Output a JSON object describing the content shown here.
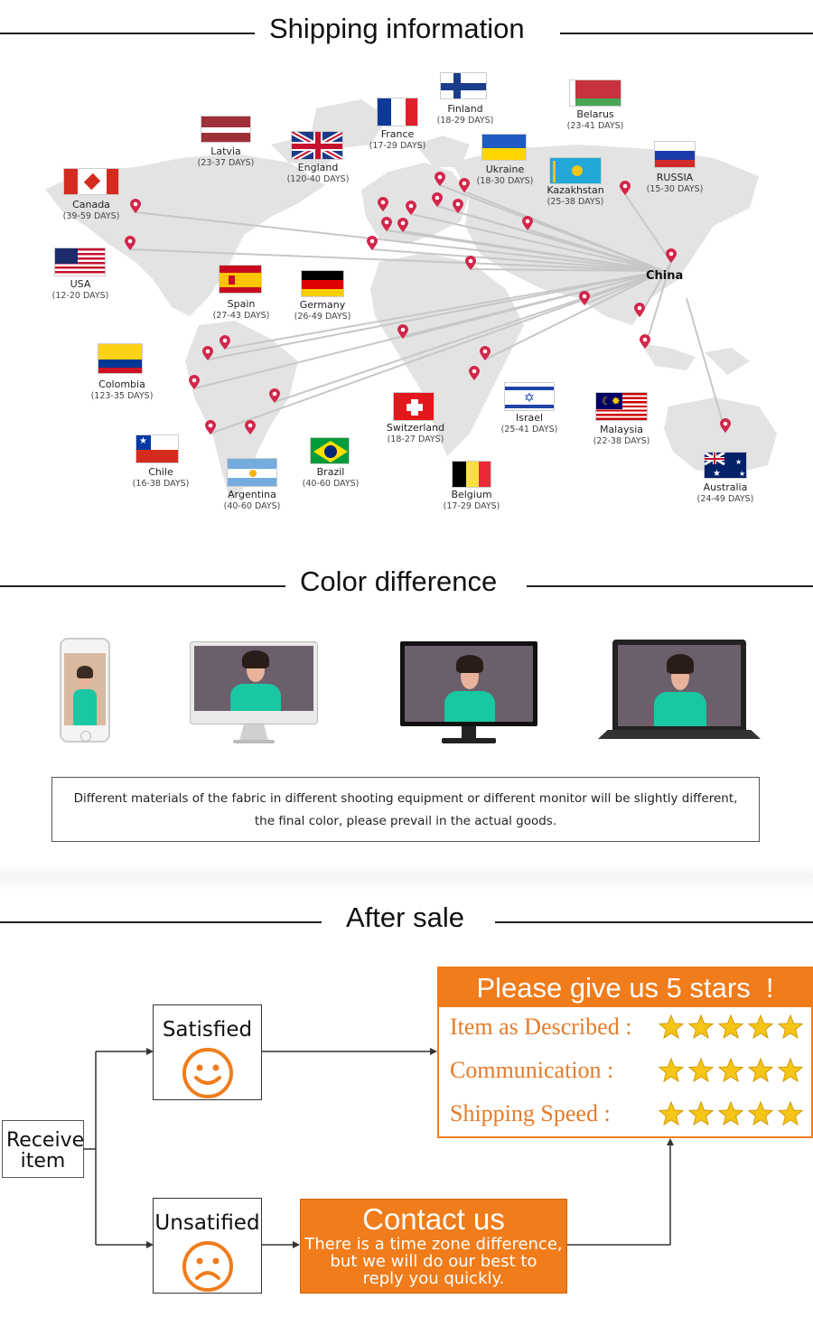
{
  "shipping": {
    "title": "Shipping information",
    "hub": "China",
    "countries": [
      {
        "name": "Finland",
        "days": "(18-29 DAYS)"
      },
      {
        "name": "Belarus",
        "days": "(23-41 DAYS)"
      },
      {
        "name": "France",
        "days": "(17-29 DAYS)"
      },
      {
        "name": "Latvia",
        "days": "(23-37 DAYS)"
      },
      {
        "name": "England",
        "days": "(120-40 DAYS)"
      },
      {
        "name": "Ukraine",
        "days": "(18-30 DAYS)"
      },
      {
        "name": "Kazakhstan",
        "days": "(25-38 DAYS)"
      },
      {
        "name": "RUSSIA",
        "days": "(15-30 DAYS)"
      },
      {
        "name": "Canada",
        "days": "(39-59 DAYS)"
      },
      {
        "name": "USA",
        "days": "(12-20 DAYS)"
      },
      {
        "name": "Spain",
        "days": "(27-43 DAYS)"
      },
      {
        "name": "Germany",
        "days": "(26-49 DAYS)"
      },
      {
        "name": "Colombia",
        "days": "(123-35 DAYS)"
      },
      {
        "name": "Switzerland",
        "days": "(18-27 DAYS)"
      },
      {
        "name": "Israel",
        "days": "(25-41 DAYS)"
      },
      {
        "name": "Malaysia",
        "days": "(22-38 DAYS)"
      },
      {
        "name": "Chile",
        "days": "(16-38 DAYS)"
      },
      {
        "name": "Brazil",
        "days": "(40-60 DAYS)"
      },
      {
        "name": "Argentina",
        "days": "(40-60 DAYS)"
      },
      {
        "name": "Belgium",
        "days": "(17-29 DAYS)"
      },
      {
        "name": "Australia",
        "days": "(24-49 DAYS)"
      }
    ]
  },
  "color_difference": {
    "title": "Color difference",
    "devices": [
      "phone-icon",
      "imac-icon",
      "monitor-icon",
      "laptop-icon"
    ],
    "note_line1": "Different materials of the fabric in different shooting equipment or different monitor will be slightly different,",
    "note_line2": "the final color, please prevail in the actual goods."
  },
  "after_sale": {
    "title": "After sale",
    "receive": "Receive item",
    "satisfied": "Satisfied",
    "unsatisfied": "Unsatified",
    "stars_heading": "Please give us 5 stars  !",
    "ratings": [
      "Item as Described :",
      "Communication :",
      "Shipping Speed :"
    ],
    "stars_count": 5,
    "contact_title": "Contact us",
    "contact_line1": "There is a time zone difference,",
    "contact_line2": "but we will do our best to",
    "contact_line3": "reply you quickly.",
    "colors": {
      "accent": "#f07c1b",
      "rating_text": "#e77b28",
      "star": "#f5c518"
    }
  }
}
